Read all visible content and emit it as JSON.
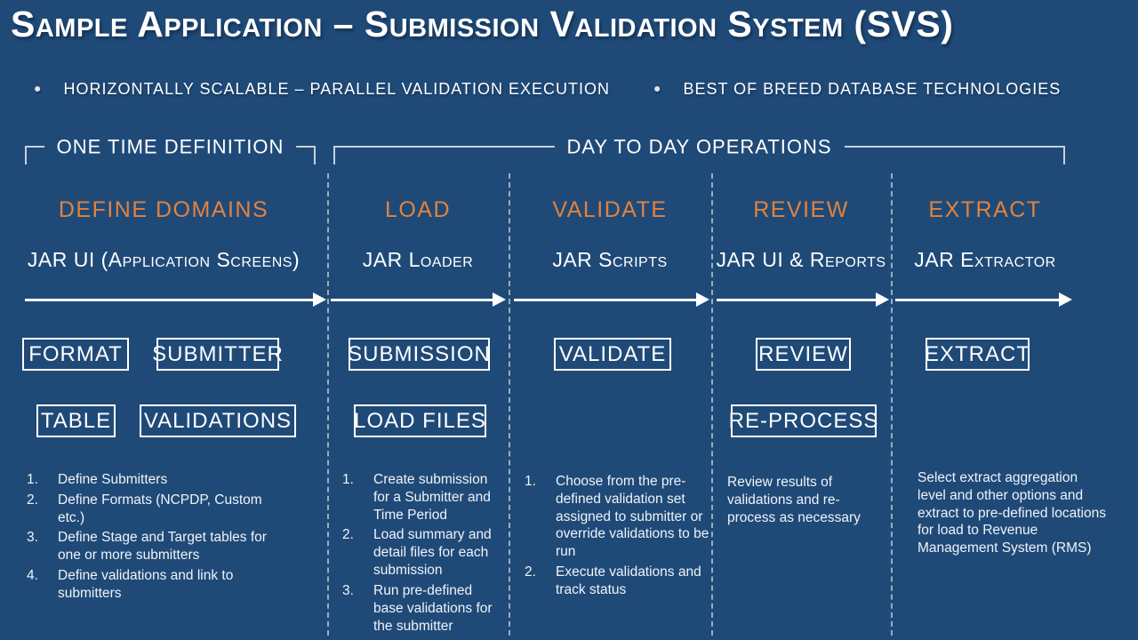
{
  "theme": {
    "background_color": "#1F4A78",
    "accent_orange": "#E2823E",
    "line_gray": "#C7D0DC",
    "text_color": "#FFFFFF"
  },
  "title": "Sample Application – Submission Validation System (SVS)",
  "bullets": [
    "HORIZONTALLY SCALABLE – PARALLEL VALIDATION EXECUTION",
    "BEST OF BREED DATABASE TECHNOLOGIES"
  ],
  "phase_brackets": [
    {
      "label": "ONE TIME DEFINITION"
    },
    {
      "label": "DAY TO DAY OPERATIONS"
    }
  ],
  "columns": [
    {
      "header": "DEFINE DOMAINS",
      "tool": "JAR UI (Application Screens)",
      "boxes": [
        "FORMAT",
        "SUBMITTER",
        "TABLE",
        "VALIDATIONS"
      ],
      "notes": {
        "numbered": true,
        "items": [
          "Define Submitters",
          "Define Formats (NCPDP, Custom etc.)",
          "Define Stage and Target tables for one or more submitters",
          "Define validations and link to submitters"
        ]
      }
    },
    {
      "header": "LOAD",
      "tool": "JAR Loader",
      "boxes": [
        "SUBMISSION",
        "LOAD FILES"
      ],
      "notes": {
        "numbered": true,
        "items": [
          "Create submission for a Submitter and Time Period",
          "Load summary and detail files for each submission",
          "Run pre-defined base validations for the submitter"
        ]
      }
    },
    {
      "header": "VALIDATE",
      "tool": "JAR Scripts",
      "boxes": [
        "VALIDATE"
      ],
      "notes": {
        "numbered": true,
        "items": [
          "Choose from the pre-defined validation set assigned to submitter or override validations to be run",
          "Execute validations and track status"
        ]
      }
    },
    {
      "header": "REVIEW",
      "tool": "JAR UI & Reports",
      "boxes": [
        "REVIEW",
        "RE-PROCESS"
      ],
      "notes": {
        "numbered": false,
        "items": [
          "Review results of validations and re-process as necessary"
        ]
      }
    },
    {
      "header": "EXTRACT",
      "tool": "JAR Extractor",
      "boxes": [
        "EXTRACT"
      ],
      "notes": {
        "numbered": false,
        "items": [
          "Select extract aggregation level and other options and extract to pre-defined locations for load to Revenue Management System (RMS)"
        ]
      }
    }
  ]
}
